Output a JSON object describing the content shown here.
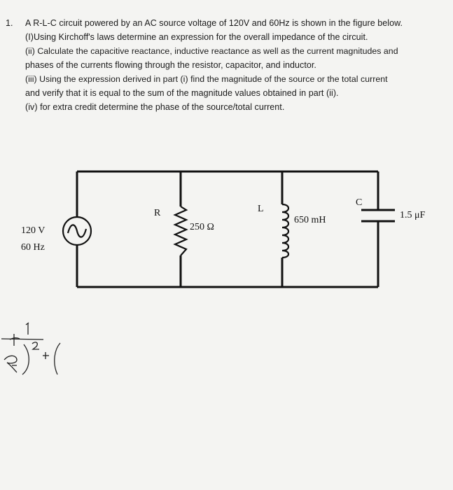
{
  "question": {
    "number": "1.",
    "lines": [
      "A R-L-C circuit powered by an AC source voltage of 120V and 60Hz is shown in the figure below.",
      "(I)Using Kirchoff's laws determine an expression for the overall impedance of the circuit.",
      "(ii) Calculate the capacitive reactance, inductive reactance as well as the current magnitudes and",
      "phases of the currents flowing through the resistor, capacitor, and inductor.",
      "(iii) Using the expression derived in part (i) find the magnitude of the source or the total current",
      "and verify that it is equal to the sum of the magnitude values obtained in part (ii).",
      "(iv) for extra credit determine the phase of the source/total current."
    ]
  },
  "circuit": {
    "source_voltage": "120 V",
    "source_frequency": "60 Hz",
    "resistor_label": "R",
    "resistor_value": "250 Ω",
    "inductor_label": "L",
    "inductor_value": "650 mH",
    "capacitor_label": "C",
    "capacitor_value": "1.5 μF"
  },
  "icons": {
    "source": "ac-source-icon",
    "resistor": "resistor-icon",
    "inductor": "inductor-icon",
    "capacitor": "capacitor-icon"
  }
}
